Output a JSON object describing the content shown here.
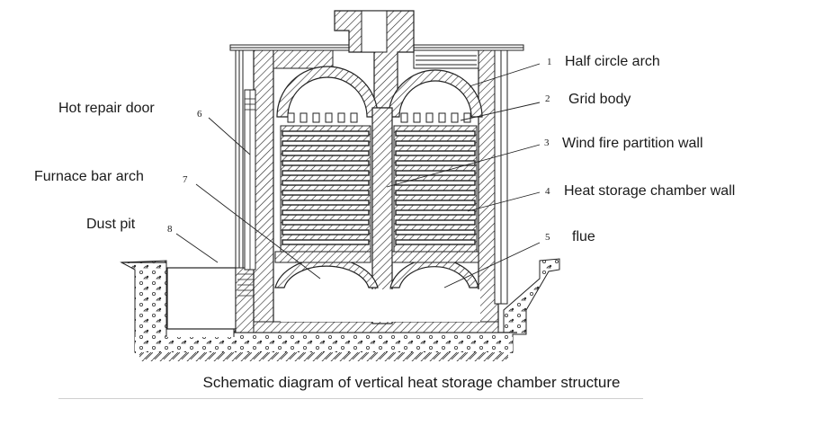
{
  "labels": {
    "half_circle_arch": {
      "number": "1",
      "text": "Half circle arch"
    },
    "grid_body": {
      "number": "2",
      "text": "Grid body"
    },
    "wind_fire_partition_wall": {
      "number": "3",
      "text": "Wind fire partition wall"
    },
    "heat_storage_chamber_wall": {
      "number": "4",
      "text": "Heat storage chamber wall"
    },
    "flue": {
      "number": "5",
      "text": "flue"
    },
    "hot_repair_door": {
      "number": "6",
      "text": "Hot repair door"
    },
    "furnace_bar_arch": {
      "number": "7",
      "text": "Furnace bar arch"
    },
    "dust_pit": {
      "number": "8",
      "text": "Dust pit"
    }
  },
  "caption": "Schematic diagram of vertical heat storage chamber structure"
}
